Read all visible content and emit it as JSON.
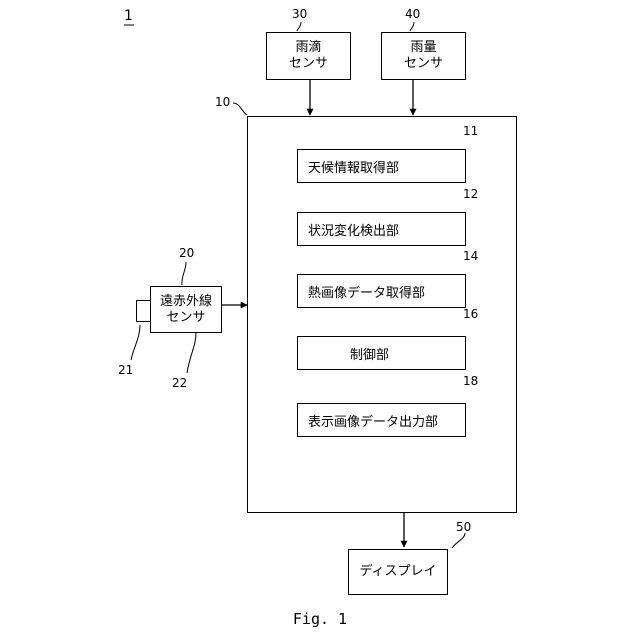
{
  "figure_number": "1",
  "rain_sensor": {
    "ref": "30",
    "line1": "雨滴",
    "line2": "センサ"
  },
  "rainfall_sensor": {
    "ref": "40",
    "line1": "雨量",
    "line2": "センサ"
  },
  "controller": {
    "ref": "10"
  },
  "modules": [
    {
      "ref": "11",
      "label": "天候情報取得部"
    },
    {
      "ref": "12",
      "label": "状況変化検出部"
    },
    {
      "ref": "14",
      "label": "熱画像データ取得部"
    },
    {
      "ref": "16",
      "label": "制御部"
    },
    {
      "ref": "18",
      "label": "表示画像データ出力部"
    }
  ],
  "ir_sensor": {
    "ref": "20",
    "line1": "遠赤外線",
    "line2": "センサ",
    "lens_ref": "21",
    "body_ref": "22"
  },
  "display": {
    "ref": "50",
    "label": "ディスプレイ"
  },
  "caption": "Fig. 1"
}
